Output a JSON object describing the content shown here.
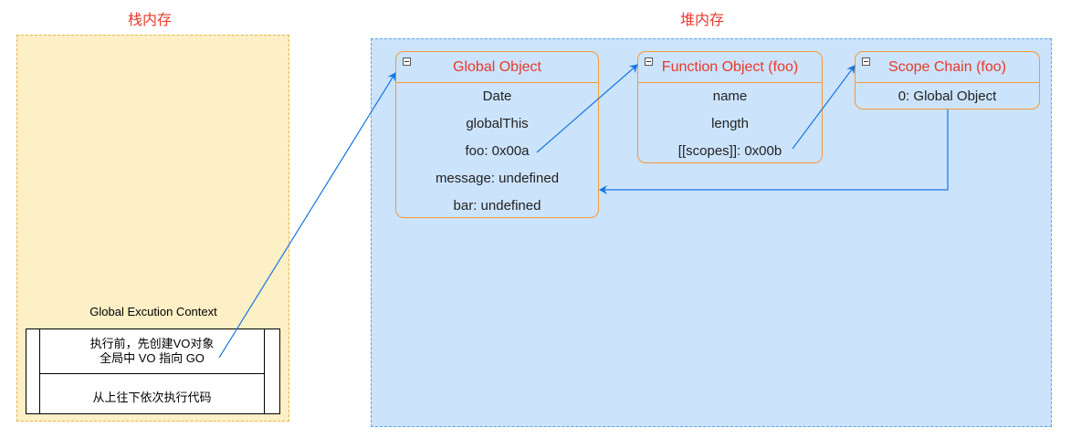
{
  "stack": {
    "title": "栈内存",
    "context_label": "Global Excution Context",
    "row1_line1": "执行前，先创建VO对象",
    "row1_line2": "全局中 VO 指向 GO",
    "row2": "从上往下依次执行代码"
  },
  "heap": {
    "title": "堆内存",
    "global_object": {
      "title": "Global Object",
      "rows": [
        "Date",
        "globalThis",
        "foo: 0x00a",
        "message: undefined",
        "bar: undefined"
      ]
    },
    "function_object": {
      "title": "Function Object (foo)",
      "rows": [
        "name",
        "length",
        "[[scopes]]: 0x00b"
      ]
    },
    "scope_chain": {
      "title": "Scope Chain (foo)",
      "rows": [
        "0: Global Object"
      ]
    }
  },
  "colors": {
    "title_red": "#e8392b",
    "stack_fill": "#fdefc6",
    "heap_fill": "#cce3fc",
    "box_border": "#f39a3a",
    "arrow_blue": "#1677e0"
  }
}
